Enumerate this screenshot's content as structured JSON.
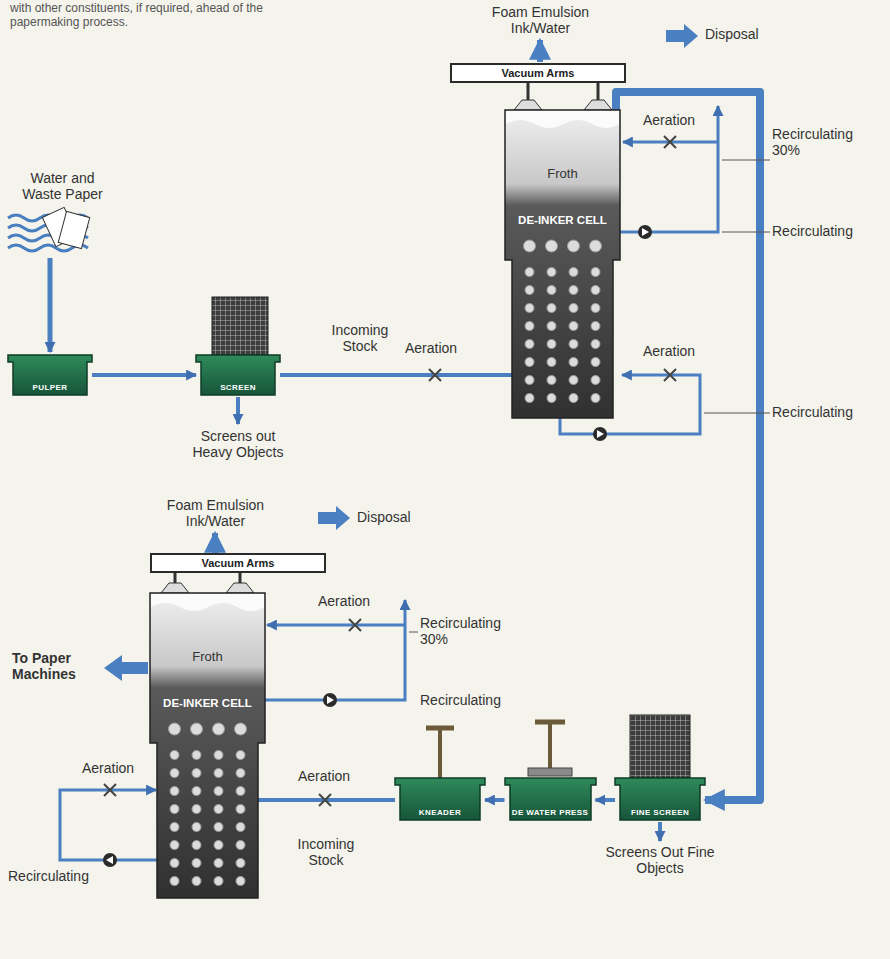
{
  "diagram": {
    "nodes": [
      {
        "text": [
          "PULPER"
        ]
      },
      {
        "text": [
          "SCREEN"
        ]
      },
      {
        "text": [
          "Vacuum Arms"
        ]
      },
      {
        "text": [
          "Froth",
          "DE-INKER CELL"
        ]
      },
      {
        "text": [
          "FINE SCREEN"
        ]
      },
      {
        "text": [
          "DE WATER PRESS"
        ]
      },
      {
        "text": [
          "KNEADER"
        ]
      },
      {
        "text": [
          "Vacuum Arms"
        ]
      },
      {
        "text": [
          "Froth",
          "DE-INKER CELL"
        ]
      }
    ],
    "edges": [
      {
        "from": 0,
        "to": 1,
        "arrow": "to"
      },
      {
        "from": 1,
        "to": 3,
        "label": "Incoming Stock",
        "arrow": "none"
      },
      {
        "from": 3,
        "to": 4,
        "arrow": "to"
      },
      {
        "from": 4,
        "to": 5,
        "arrow": "to"
      },
      {
        "from": 5,
        "to": 6,
        "arrow": "to"
      },
      {
        "from": 6,
        "to": 8,
        "label": "Incoming Stock",
        "arrow": "none"
      }
    ],
    "labels": [
      "with other constituents, if required, ahead of the papermaking process.",
      "Water and Waste Paper",
      "Screens out Heavy Objects",
      "Aeration",
      "Foam Emulsion Ink/Water",
      "Disposal",
      "Aeration",
      "Recirculating 30%",
      "Recirculating",
      "Aeration",
      "Recirculating",
      "Foam Emulsion Ink/Water",
      "Disposal",
      "Aeration",
      "Recirculating 30%",
      "To Paper Machines",
      "Recirculating",
      "Aeration",
      "Aeration",
      "Recirculating",
      "Screens Out Fine Objects"
    ]
  }
}
